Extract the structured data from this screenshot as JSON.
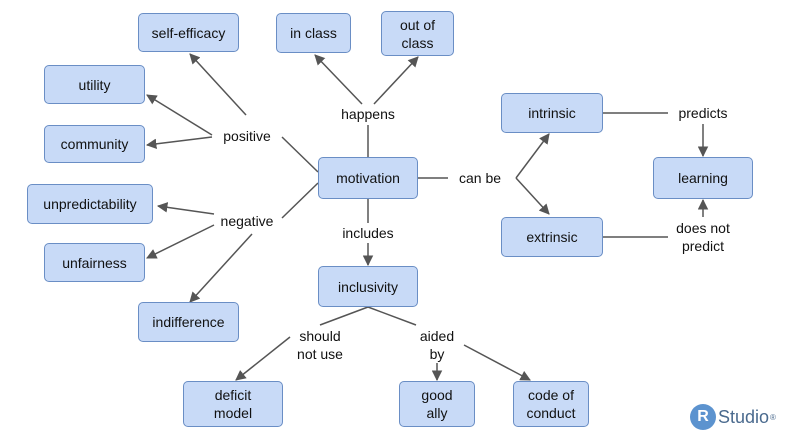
{
  "nodes": {
    "self_efficacy": "self-efficacy",
    "utility": "utility",
    "community": "community",
    "unpredictability": "unpredictability",
    "unfairness": "unfairness",
    "indifference": "indifference",
    "in_class": "in class",
    "out_of_class": "out of class",
    "motivation": "motivation",
    "inclusivity": "inclusivity",
    "deficit_model": "deficit model",
    "good_ally": "good ally",
    "code_of_conduct": "code of conduct",
    "intrinsic": "intrinsic",
    "extrinsic": "extrinsic",
    "learning": "learning"
  },
  "relations": {
    "positive": "positive",
    "negative": "negative",
    "happens": "happens",
    "can_be": "can be",
    "includes": "includes",
    "should_not_use": "should not use",
    "aided_by": "aided by",
    "predicts": "predicts",
    "does_not_predict": "does not predict"
  },
  "branding": {
    "logo_letter": "R",
    "logo_text": "Studio",
    "logo_mark": "®"
  },
  "colors": {
    "node_fill": "#c8daf7",
    "node_border": "#6a8ec5",
    "edge": "#555555",
    "logo": "#5c93cf"
  }
}
